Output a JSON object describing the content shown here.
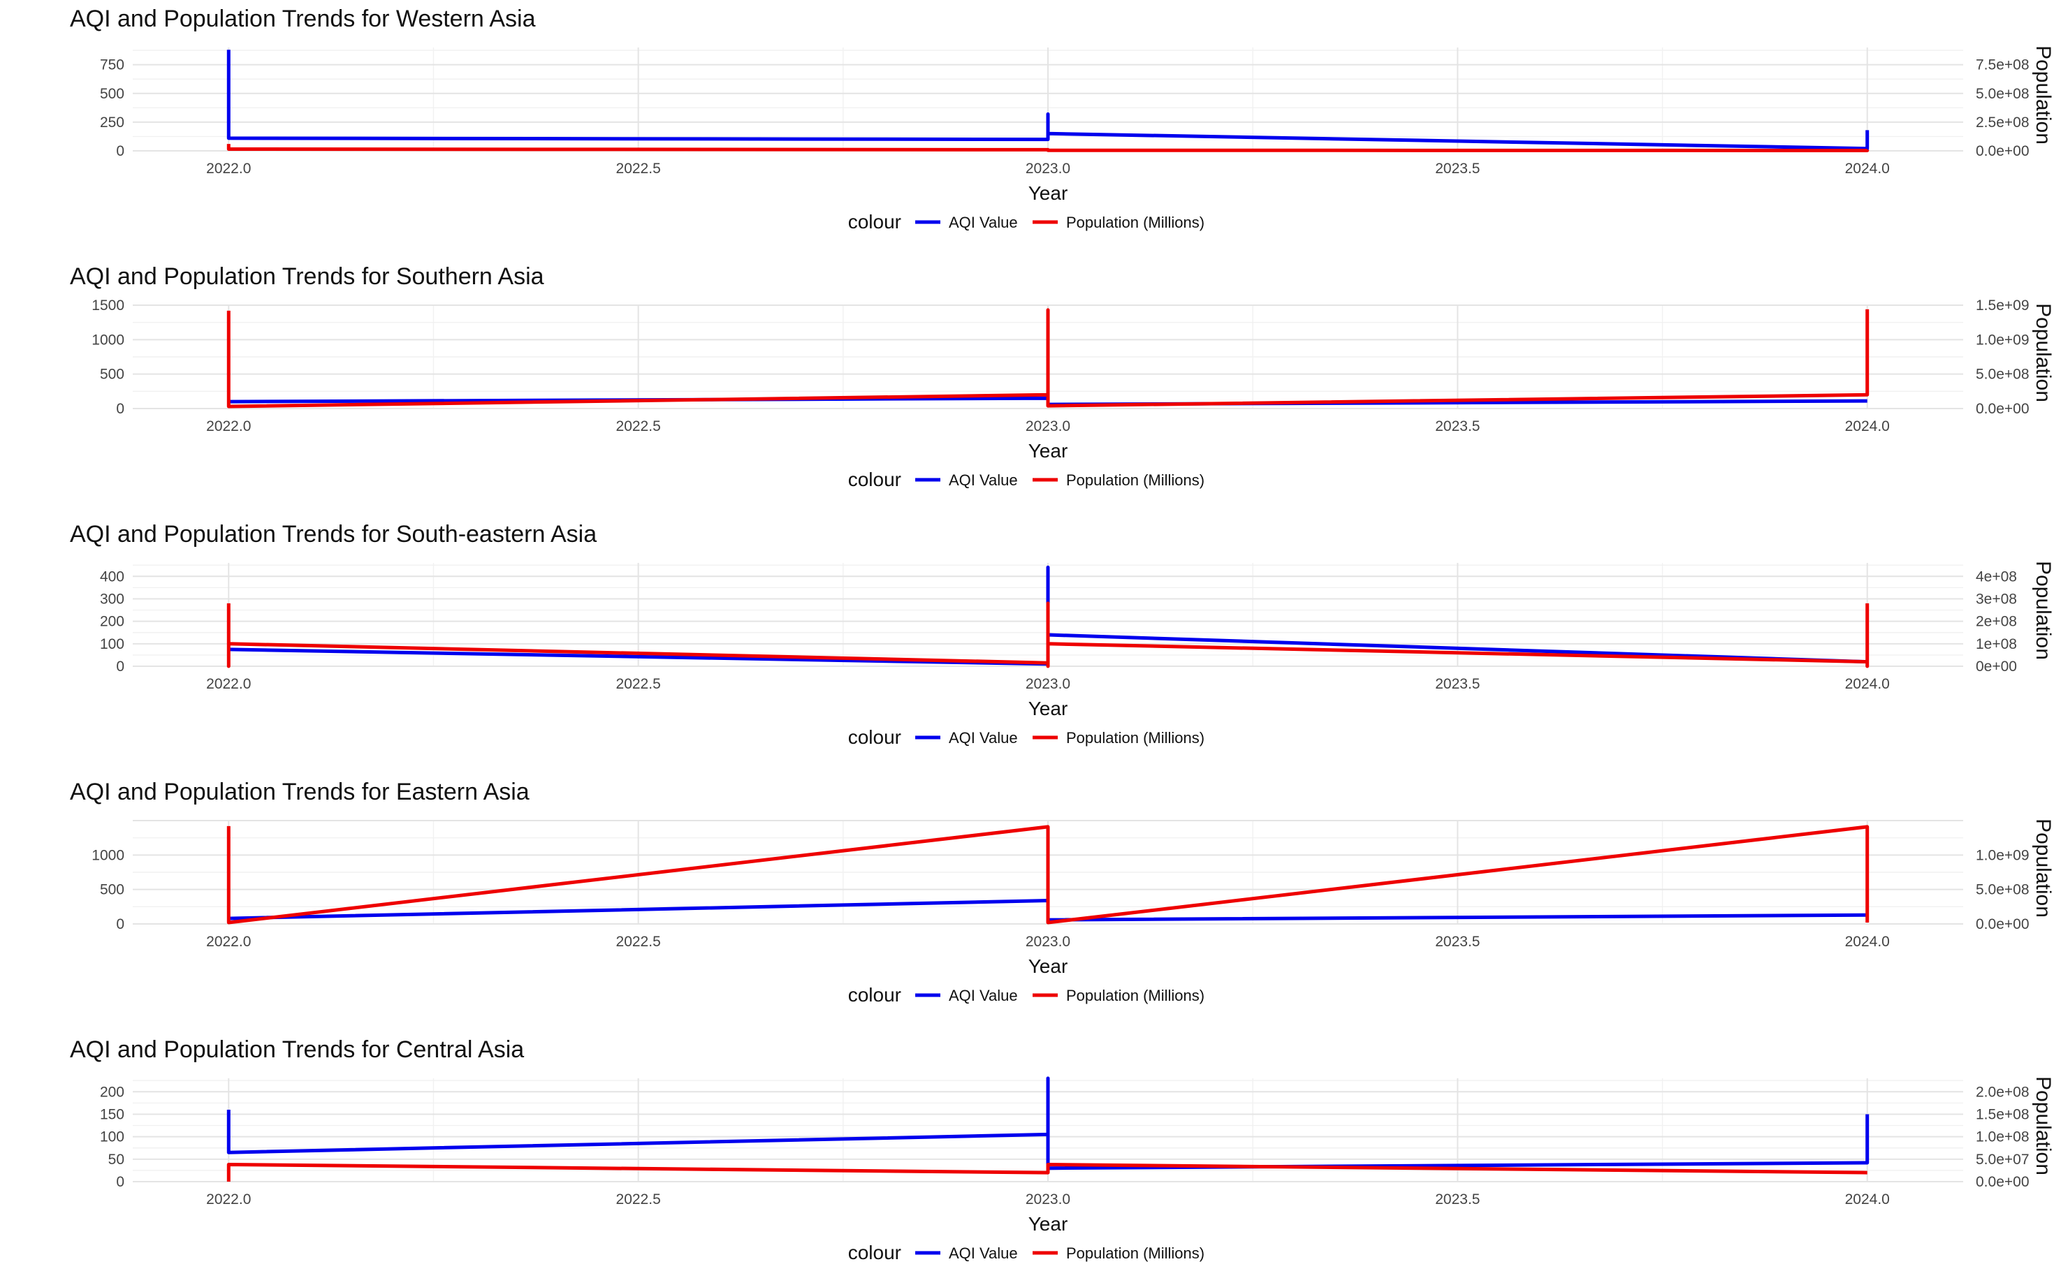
{
  "colors": {
    "aqi": "#0000ee",
    "population": "#ee0000"
  },
  "legend": {
    "title": "colour",
    "items": [
      "AQI Value",
      "Population (Millions)"
    ]
  },
  "chart_data": [
    {
      "type": "line",
      "title": "AQI and Population Trends for Western Asia",
      "xlabel": "Year",
      "ylabel": "",
      "y2label": "Population",
      "xlim": [
        2021.9,
        2024.1
      ],
      "ylim": [
        0,
        900
      ],
      "y2lim": [
        0,
        900000000
      ],
      "x_ticks": [
        "2022.0",
        "2022.5",
        "2023.0",
        "2023.5",
        "2024.0"
      ],
      "y_ticks": [
        "0",
        "250",
        "500",
        "750"
      ],
      "y2_ticks": [
        "0.0e+00",
        "2.5e+08",
        "5.0e+08",
        "7.5e+08"
      ],
      "series": [
        {
          "name": "AQI Value",
          "points": [
            [
              2022.0,
              880
            ],
            [
              2022.0,
              110
            ],
            [
              2023.0,
              100
            ],
            [
              2023.0,
              320
            ],
            [
              2023.0,
              150
            ],
            [
              2024.0,
              20
            ],
            [
              2024.0,
              180
            ]
          ]
        },
        {
          "name": "Population (Millions)",
          "points": [
            [
              2022.0,
              60
            ],
            [
              2022.0,
              15
            ],
            [
              2023.0,
              10
            ],
            [
              2023.0,
              5
            ],
            [
              2024.0,
              3
            ],
            [
              2024.0,
              10
            ]
          ]
        }
      ]
    },
    {
      "type": "line",
      "title": "AQI and Population Trends for Southern Asia",
      "xlabel": "Year",
      "ylabel": "",
      "y2label": "Population",
      "xlim": [
        2021.9,
        2024.1
      ],
      "ylim": [
        0,
        1500
      ],
      "y2lim": [
        0,
        1500000000
      ],
      "x_ticks": [
        "2022.0",
        "2022.5",
        "2023.0",
        "2023.5",
        "2024.0"
      ],
      "y_ticks": [
        "0",
        "500",
        "1000",
        "1500"
      ],
      "y2_ticks": [
        "0.0e+00",
        "5.0e+08",
        "1.0e+09",
        "1.5e+09"
      ],
      "series": [
        {
          "name": "AQI Value",
          "points": [
            [
              2022.0,
              100
            ],
            [
              2023.0,
              150
            ],
            [
              2023.0,
              60
            ],
            [
              2024.0,
              110
            ]
          ]
        },
        {
          "name": "Population (Millions)",
          "points": [
            [
              2022.0,
              1420
            ],
            [
              2022.0,
              30
            ],
            [
              2023.0,
              200
            ],
            [
              2023.0,
              1430
            ],
            [
              2023.0,
              40
            ],
            [
              2024.0,
              200
            ],
            [
              2024.0,
              1440
            ]
          ]
        }
      ]
    },
    {
      "type": "line",
      "title": "AQI and Population Trends for South-eastern Asia",
      "xlabel": "Year",
      "ylabel": "",
      "y2label": "Population",
      "xlim": [
        2021.9,
        2024.1
      ],
      "ylim": [
        0,
        460
      ],
      "y2lim": [
        0,
        460000000
      ],
      "x_ticks": [
        "2022.0",
        "2022.5",
        "2023.0",
        "2023.5",
        "2024.0"
      ],
      "y_ticks": [
        "0",
        "100",
        "200",
        "300",
        "400"
      ],
      "y2_ticks": [
        "0e+00",
        "1e+08",
        "2e+08",
        "3e+08",
        "4e+08"
      ],
      "series": [
        {
          "name": "AQI Value",
          "points": [
            [
              2022.0,
              75
            ],
            [
              2023.0,
              10
            ],
            [
              2023.0,
              440
            ],
            [
              2023.0,
              140
            ],
            [
              2024.0,
              20
            ]
          ]
        },
        {
          "name": "Population (Millions)",
          "points": [
            [
              2022.0,
              280
            ],
            [
              2022.0,
              0
            ],
            [
              2022.0,
              100
            ],
            [
              2023.0,
              15
            ],
            [
              2023.0,
              280
            ],
            [
              2023.0,
              0
            ],
            [
              2023.0,
              100
            ],
            [
              2024.0,
              20
            ],
            [
              2024.0,
              0
            ],
            [
              2024.0,
              280
            ]
          ]
        }
      ]
    },
    {
      "type": "line",
      "title": "AQI and Population Trends for Eastern Asia",
      "xlabel": "Year",
      "ylabel": "",
      "y2label": "Population",
      "xlim": [
        2021.9,
        2024.1
      ],
      "ylim": [
        0,
        1500
      ],
      "y2lim": [
        0,
        1500000000
      ],
      "x_ticks": [
        "2022.0",
        "2022.5",
        "2023.0",
        "2023.5",
        "2024.0"
      ],
      "y_ticks": [
        "0",
        "500",
        "1000"
      ],
      "y2_ticks": [
        "0.0e+00",
        "5.0e+08",
        "1.0e+09"
      ],
      "series": [
        {
          "name": "AQI Value",
          "points": [
            [
              2022.0,
              80
            ],
            [
              2023.0,
              340
            ],
            [
              2023.0,
              60
            ],
            [
              2024.0,
              130
            ]
          ]
        },
        {
          "name": "Population (Millions)",
          "points": [
            [
              2022.0,
              1420
            ],
            [
              2022.0,
              20
            ],
            [
              2023.0,
              1410
            ],
            [
              2023.0,
              20
            ],
            [
              2024.0,
              1410
            ],
            [
              2024.0,
              20
            ]
          ]
        }
      ]
    },
    {
      "type": "line",
      "title": "AQI and Population Trends for Central Asia",
      "xlabel": "Year",
      "ylabel": "",
      "y2label": "Population",
      "xlim": [
        2021.9,
        2024.1
      ],
      "ylim": [
        0,
        230
      ],
      "y2lim": [
        0,
        230000000
      ],
      "x_ticks": [
        "2022.0",
        "2022.5",
        "2023.0",
        "2023.5",
        "2024.0"
      ],
      "y_ticks": [
        "0",
        "50",
        "100",
        "150",
        "200"
      ],
      "y2_ticks": [
        "0.0e+00",
        "5.0e+07",
        "1.0e+08",
        "1.5e+08",
        "2.0e+08"
      ],
      "series": [
        {
          "name": "AQI Value",
          "points": [
            [
              2022.0,
              160
            ],
            [
              2022.0,
              65
            ],
            [
              2023.0,
              105
            ],
            [
              2023.0,
              230
            ],
            [
              2023.0,
              30
            ],
            [
              2024.0,
              42
            ],
            [
              2024.0,
              150
            ]
          ]
        },
        {
          "name": "Population (Millions)",
          "points": [
            [
              2022.0,
              0
            ],
            [
              2022.0,
              38
            ],
            [
              2023.0,
              20
            ],
            [
              2023.0,
              38
            ],
            [
              2024.0,
              20
            ]
          ]
        }
      ]
    }
  ]
}
